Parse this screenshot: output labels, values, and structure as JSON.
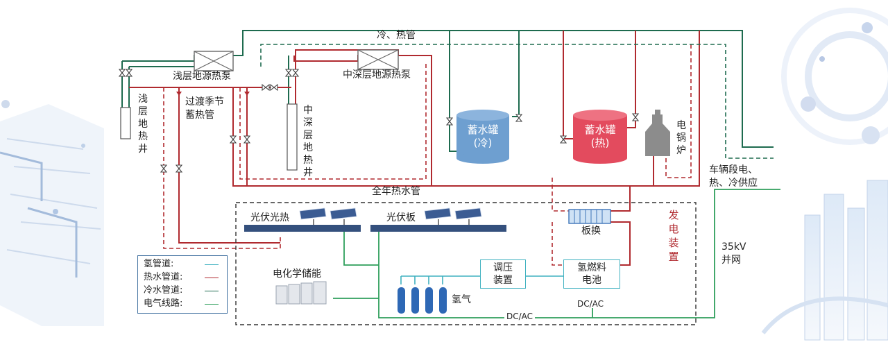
{
  "pipes": {
    "cold_hot": "冷、热管",
    "shallow_pump": "浅层地源热泵",
    "mid_deep_pump": "中深层地源热泵",
    "shallow_well": "浅层地热井",
    "mid_deep_well": "中深层地热井",
    "transition": "过渡季节蓄热管",
    "annual_hot": "全年热水管"
  },
  "tanks": {
    "cold_name": "蓄水罐",
    "cold_sub": "(冷)",
    "hot_name": "蓄水罐",
    "hot_sub": "(热)",
    "boiler": "电锅炉"
  },
  "right": {
    "vehicle_supply": "车辆段电、热、冷供应",
    "grid": "35kV并网"
  },
  "gen": {
    "title": "发电装置",
    "pv_thermal": "光伏光热",
    "pv_panel": "光伏板",
    "heat_exchanger": "板换",
    "regulator": "调压装置",
    "fuel_cell": "氢燃料电池",
    "fuel_cell_dcac": "DC/AC",
    "dcac": "DC/AC",
    "storage": "电化学储能",
    "hydrogen": "氢气"
  },
  "legend": {
    "hydrogen": "氢管道:",
    "hot": "热水管道:",
    "cold": "冷水管道:",
    "electric": "电气线路:"
  },
  "colors": {
    "hot": "#b02a2f",
    "cold": "#1e6b4f",
    "electric": "#2e9e5b",
    "hydrogen": "#3fb1c0",
    "tank_cold": "#6e9fd0",
    "tank_hot": "#e34b5e",
    "boiler": "#8c8c8c",
    "panel": "#34507d"
  }
}
